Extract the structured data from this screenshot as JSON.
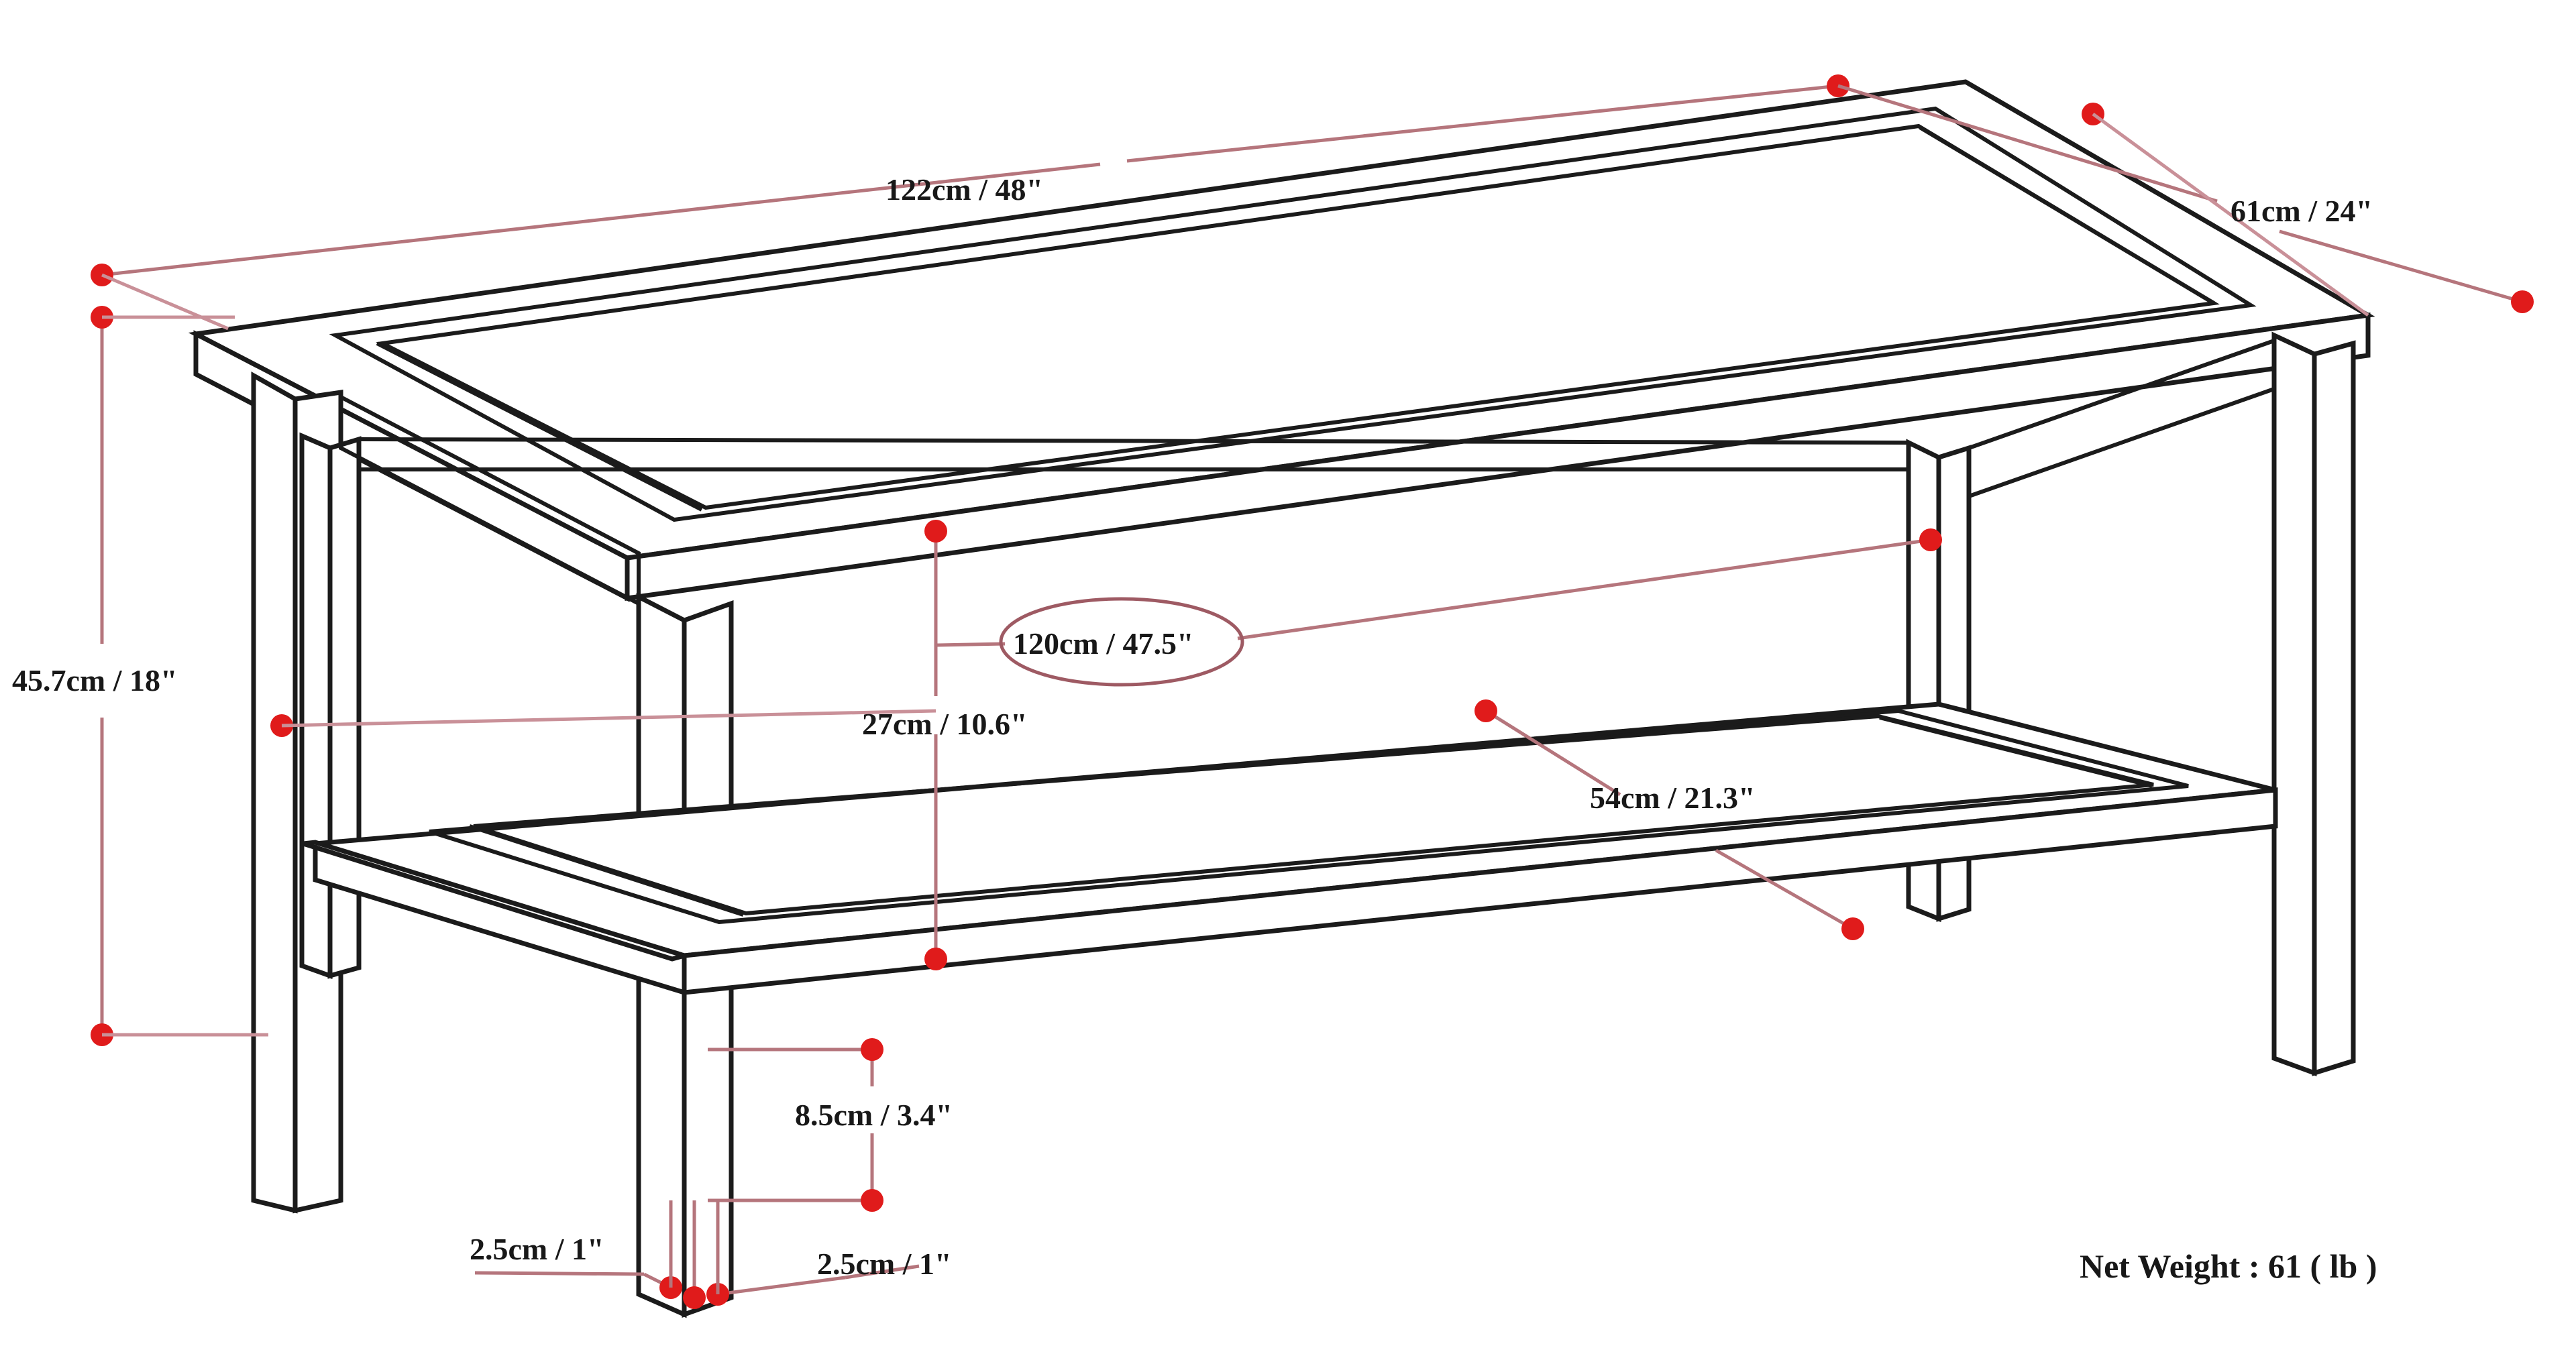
{
  "title": "Coffee Table Dimension Diagram",
  "product": {
    "type": "coffee-table",
    "view": "isometric-perspective-line-drawing"
  },
  "dimensions": {
    "top_length": "122cm / 48\"",
    "top_depth": "61cm / 24\"",
    "overall_height": "45.7cm / 18\"",
    "shelf_length": "120cm / 47.5\"",
    "shelf_clearance_height": "27cm / 10.6\"",
    "shelf_depth": "54cm / 21.3\"",
    "leg_bottom_clearance": "8.5cm / 3.4\"",
    "leg_thickness_left": "2.5cm / 1\"",
    "leg_thickness_right": "2.5cm / 1\""
  },
  "weight": {
    "label": "Net Weight : 61 ( lb )"
  },
  "colors": {
    "line": "#1b1b1b",
    "dimension": "#b5757c",
    "dot": "#e01b1b",
    "background": "#ffffff",
    "text": "#181818"
  }
}
